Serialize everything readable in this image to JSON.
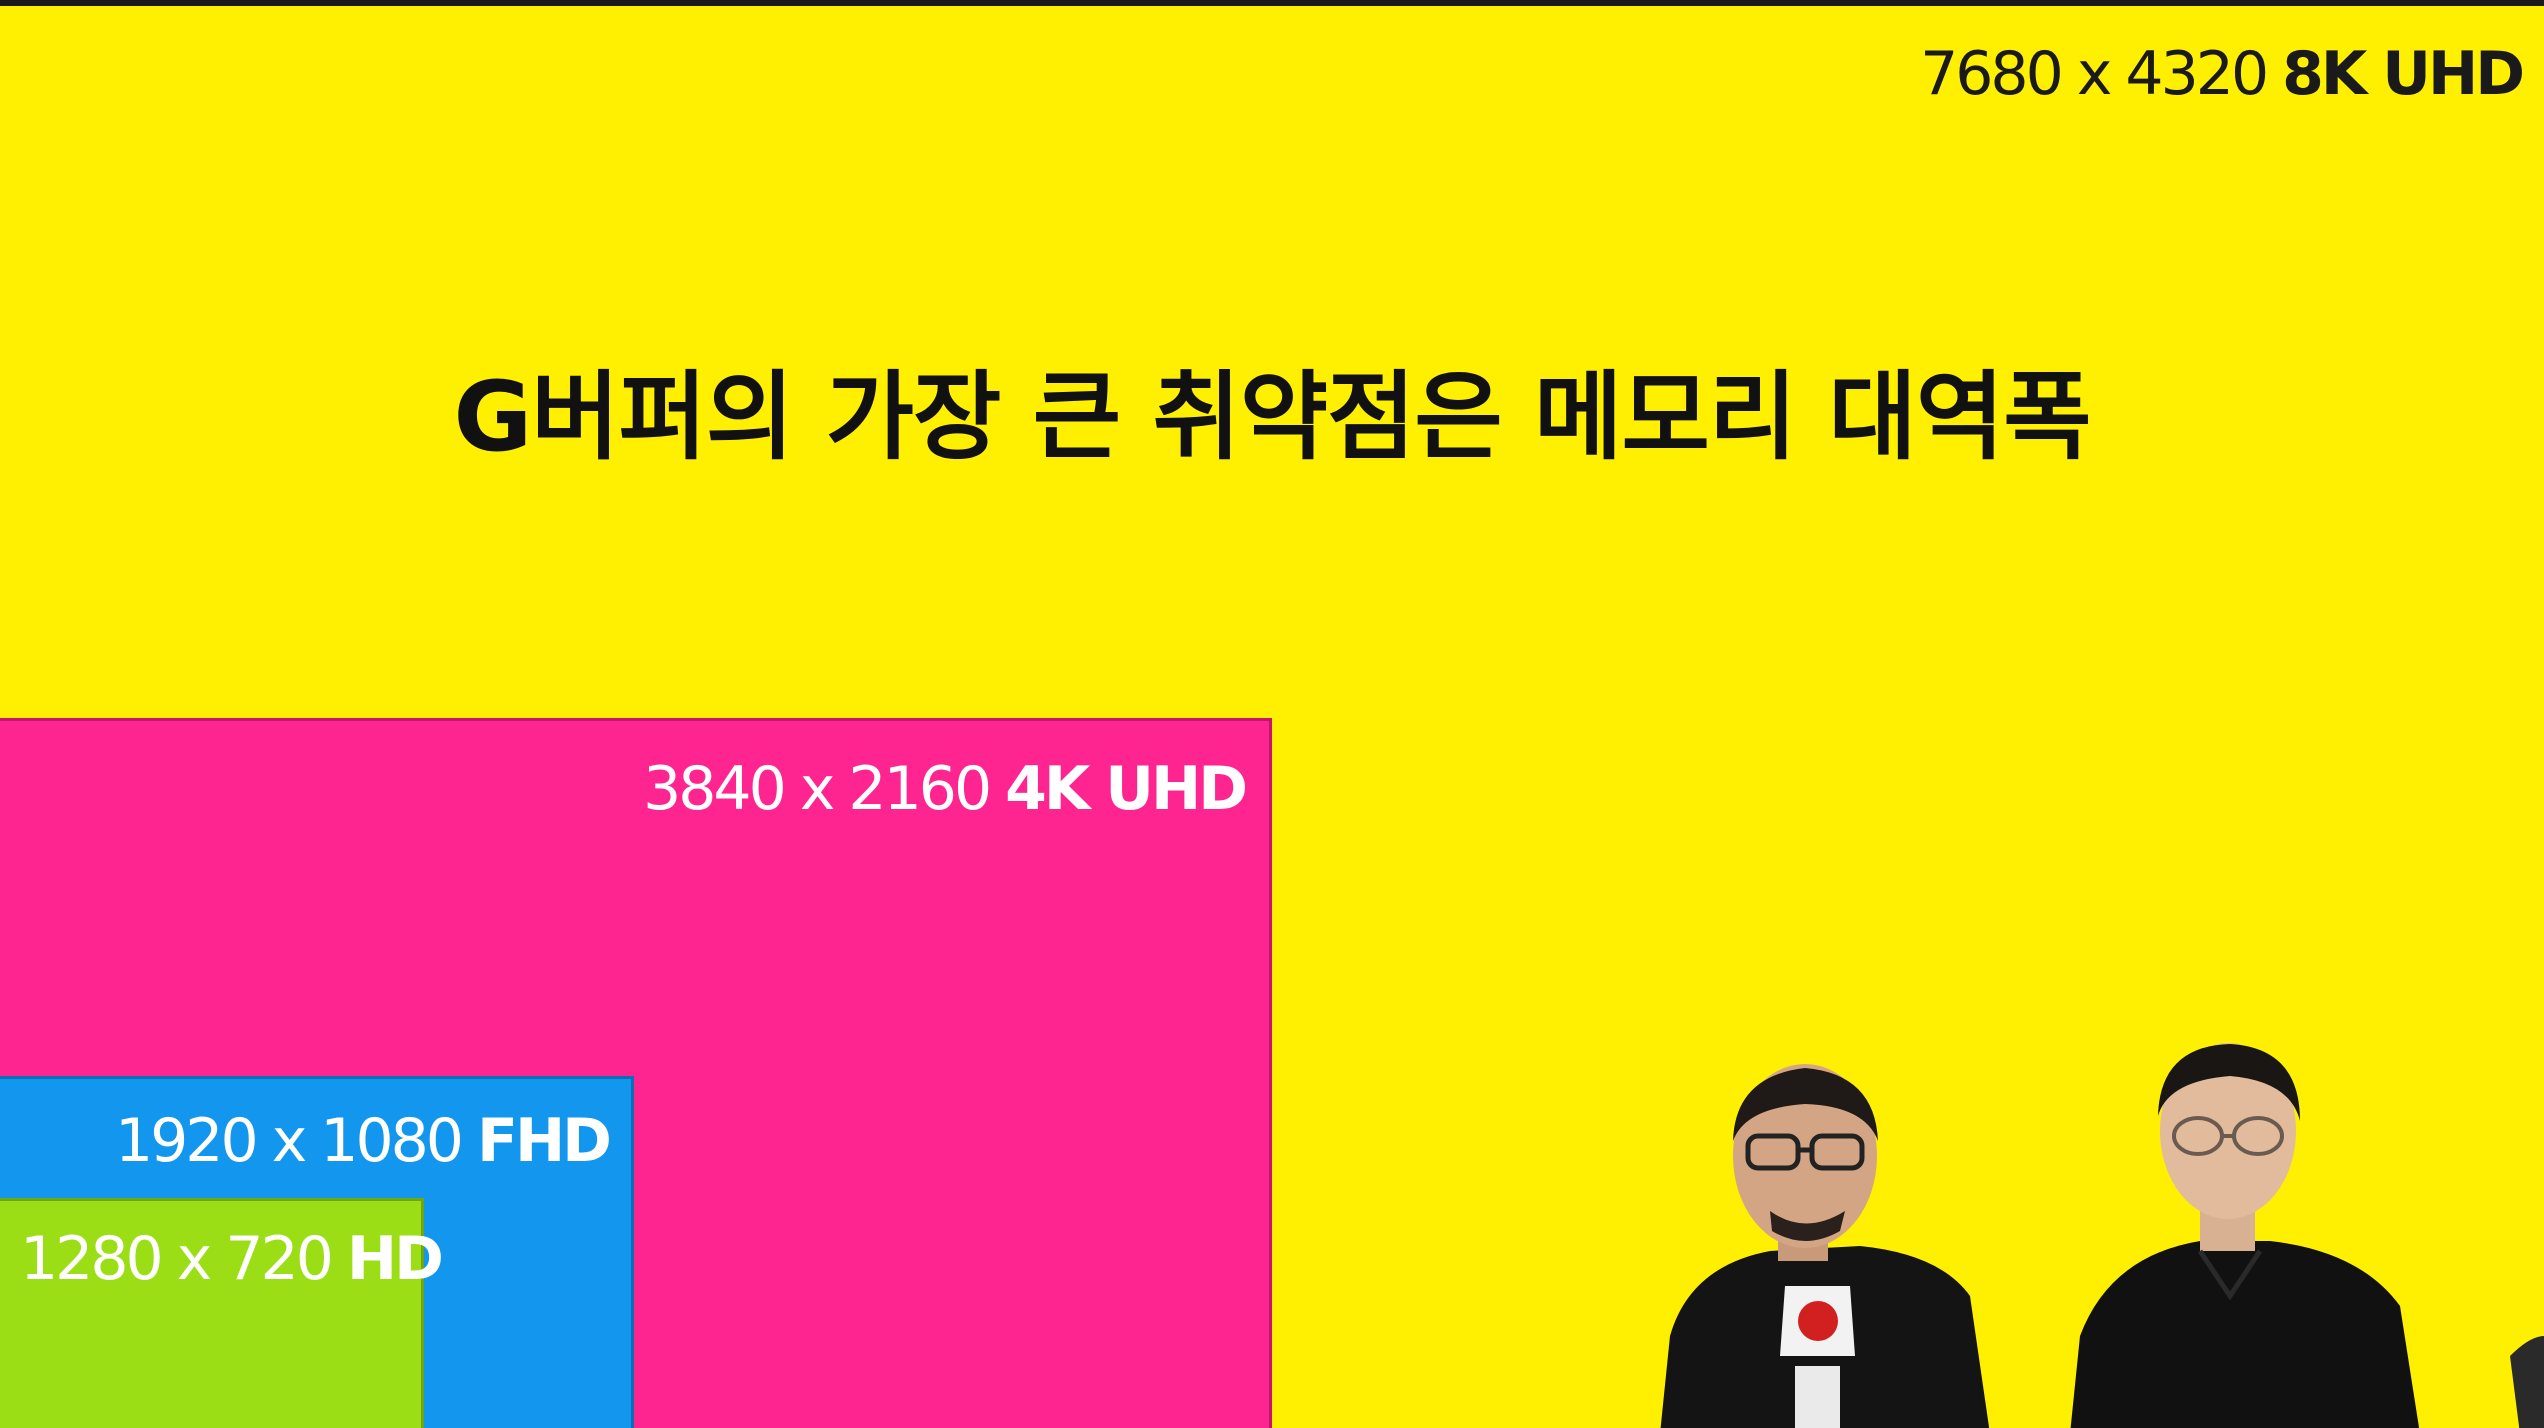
{
  "slide": {
    "title": "G버퍼의 가장 큰 취약점은 메모리 대역폭",
    "background_color": "#ffef00"
  },
  "resolutions": {
    "uhd8k": {
      "dims": "7680 x 4320",
      "name": "8K UHD",
      "color": "#ffef00"
    },
    "uhd4k": {
      "dims": "3840 x 2160",
      "name": "4K UHD",
      "color": "#ff2590"
    },
    "fhd": {
      "dims": "1920 x 1080",
      "name": "FHD",
      "color": "#1296ee"
    },
    "hd": {
      "dims": "1280 x 720",
      "name": "HD",
      "color": "#9cde16"
    }
  },
  "presenters": [
    {
      "role": "presenter-left",
      "shirt": "black t-shirt with graphic"
    },
    {
      "role": "presenter-right",
      "shirt": "black button-up shirt"
    }
  ]
}
